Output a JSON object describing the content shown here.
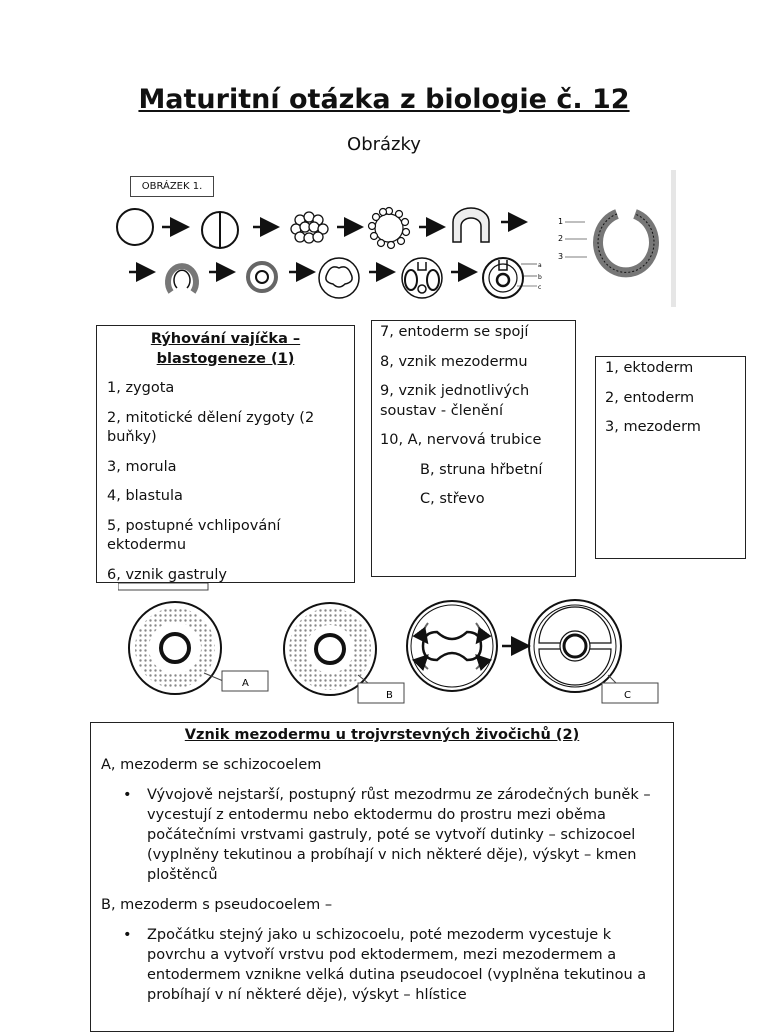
{
  "title": "Maturitní otázka z biologie č. 12",
  "subtitle": "Obrázky",
  "figure1": {
    "label": "OBRÁZEK 1.",
    "layer_numbers": [
      "1",
      "2",
      "3"
    ],
    "layer_letters": [
      "a",
      "b",
      "c"
    ]
  },
  "box1": {
    "heading": "Rýhování vajíčka – blastogeneze (1)",
    "items": [
      "1, zygota",
      "2, mitotické dělení zygoty (2 buňky)",
      "3, morula",
      "4, blastula",
      "5, postupné vchlipování ektodermu",
      "6, vznik gastruly"
    ]
  },
  "box2": {
    "items": [
      "7, entoderm se spojí",
      "8, vznik mezodermu",
      "9, vznik jednotlivých soustav - členění",
      "10,  A, nervová trubice"
    ],
    "sub_items": [
      "B, struna hřbetní",
      "C, střevo"
    ]
  },
  "box3": {
    "items": [
      "1, ektoderm",
      "2, entoderm",
      "3, mezoderm"
    ]
  },
  "figure2": {
    "labels": [
      "A",
      "B",
      "C"
    ]
  },
  "box4": {
    "heading": "Vznik mezodermu u trojvrstevných živočichů (2)",
    "sectionA": "A, mezoderm se schizocoelem",
    "bulletA": "Vývojově nejstarší, postupný růst mezodrmu ze zárodečných buněk – vycestují z entodermu nebo ektodermu do prostru mezi oběma počátečními vrstvami gastruly, poté se vytvoří dutinky – schizocoel (vyplněny tekutinou a probíhají v nich některé děje), výskyt – kmen ploštěnců",
    "sectionB": "B, mezoderm s pseudocoelem –",
    "bulletB": "Zpočátku stejný jako u schizocoelu, poté mezoderm vycestuje k povrchu a vytvoří vrstvu pod ektodermem, mezi mezodermem a entodermem vznikne velká dutina pseudocoel (vyplněna tekutinou a probíhají v ní některé děje), výskyt – hlístice",
    "bullet_char": "•"
  }
}
